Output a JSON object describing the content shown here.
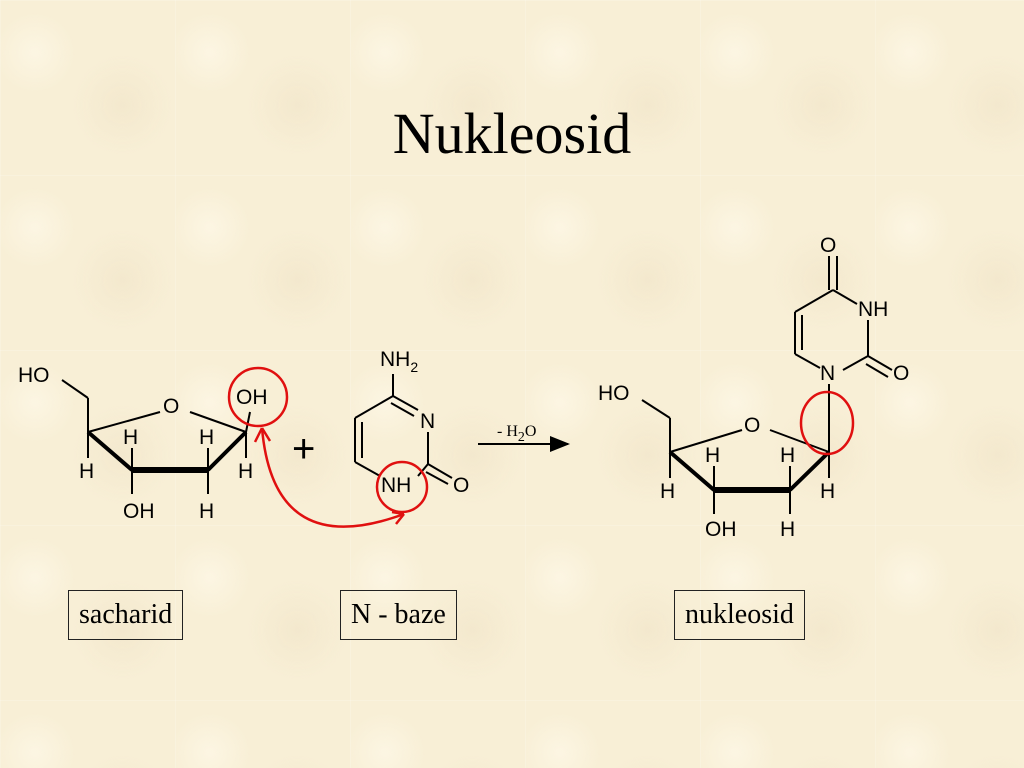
{
  "title": "Nukleosid",
  "atoms": {
    "ho": "HO",
    "o": "O",
    "oh": "OH",
    "h": "H",
    "nh": "NH",
    "n": "N",
    "nh2_main": "NH",
    "nh2_sub": "2"
  },
  "reaction": {
    "plus": "+",
    "condition_prefix": "- H",
    "condition_sub": "2",
    "condition_suffix": "O"
  },
  "labels": {
    "sugar": "sacharid",
    "base": "N - baze",
    "product": "nukleosid"
  },
  "colors": {
    "highlight": "#e01010",
    "bonds": "#000000"
  }
}
